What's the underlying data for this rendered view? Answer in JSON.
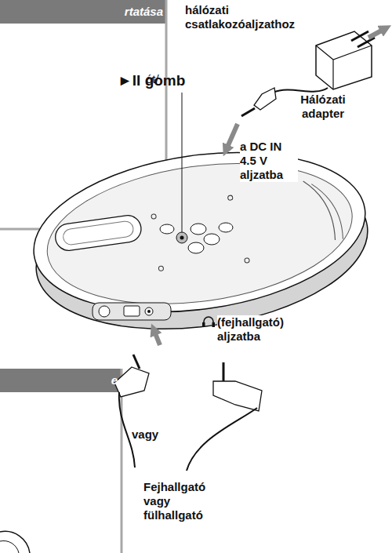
{
  "diagram": {
    "labels": [
      "rtatása",
      "ót/",
      "e",
      "hálózati csatlakozóaljzathoz",
      "Hálózati adapter",
      "►II gomb",
      "a DC IN 4.5 V aljzatba",
      "(fejhallgató) aljzatba",
      "vagy",
      "Fejhallgató vagy fülhallgató"
    ]
  }
}
